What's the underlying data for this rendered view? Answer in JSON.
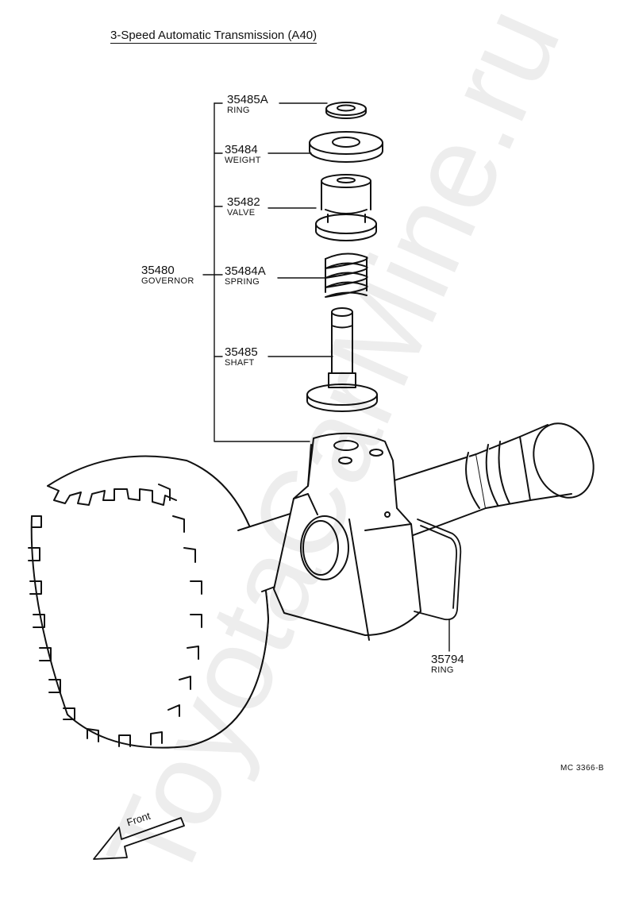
{
  "title": "3-Speed Automatic Transmission (A40)",
  "parts": [
    {
      "number": "35485A",
      "name": "RING"
    },
    {
      "number": "35484",
      "name": "WEIGHT"
    },
    {
      "number": "35482",
      "name": "VALVE"
    },
    {
      "number": "35484A",
      "name": "SPRING"
    },
    {
      "number": "35485",
      "name": "SHAFT"
    },
    {
      "number": "35480",
      "name": "GOVERNOR"
    },
    {
      "number": "35794",
      "name": "RING"
    }
  ],
  "diagram_code": "MC 3366-B",
  "direction_label": "Front",
  "watermark": "ToyotaCarMine.ru"
}
